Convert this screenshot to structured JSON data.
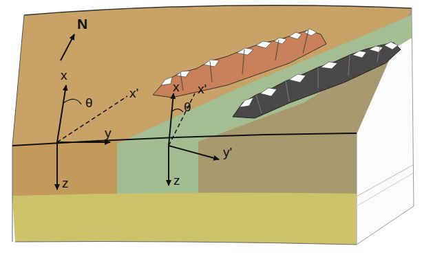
{
  "diagram": {
    "labels": [
      "N",
      "x",
      "θ",
      "x'",
      "y",
      "z",
      "x",
      "θ",
      "x'",
      "y'",
      "z"
    ]
  }
}
